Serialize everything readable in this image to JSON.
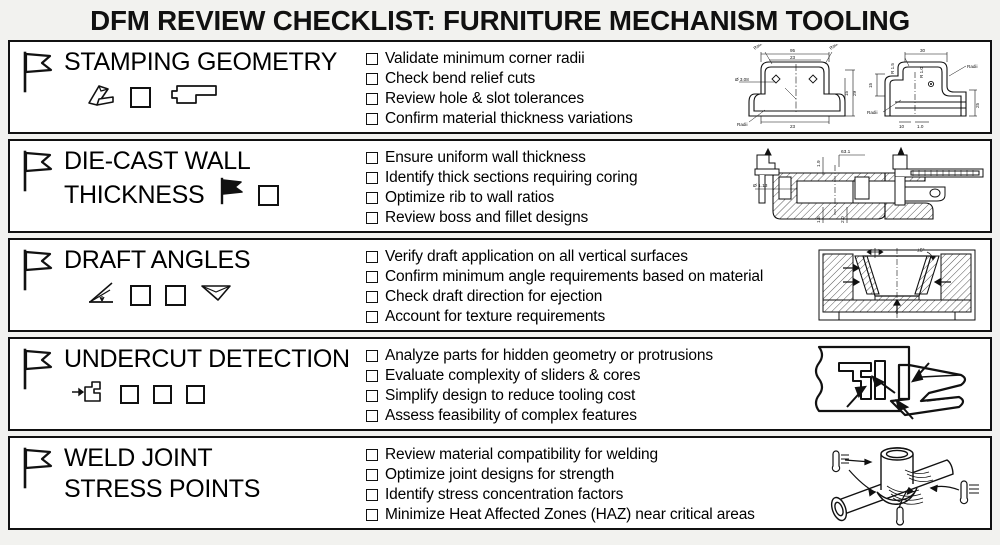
{
  "document": {
    "title": "DFM REVIEW CHECKLIST: FURNITURE MECHANISM TOOLING"
  },
  "sections": [
    {
      "id": "stamping-geometry",
      "heading": "STAMPING GEOMETRY",
      "heading_lines": [
        "STAMPING GEOMETRY"
      ],
      "flag_icon": "flag-outline-icon",
      "glyphs": [
        "bent-sheet-metal-icon",
        "square-icon",
        "formed-bracket-profile-icon"
      ],
      "items": [
        "Validate minimum corner radii",
        "Check bend relief cuts",
        "Review hole & slot tolerances",
        "Confirm material thickness variations"
      ],
      "drawing": {
        "name": "stamped-bracket-orthographic-drawing",
        "labels": [
          "Radii",
          "Radii",
          "Radii",
          "Radii",
          "Ø 3.08",
          "95",
          "23",
          "23",
          "30",
          "15",
          "29",
          "25",
          "R 1.5",
          "R 1.0",
          "15",
          "1.0",
          "10"
        ]
      }
    },
    {
      "id": "die-cast-wall-thickness",
      "heading": "DIE-CAST WALL THICKNESS",
      "heading_lines": [
        "DIE-CAST WALL",
        "THICKNESS"
      ],
      "flag_icon": "flag-outline-icon",
      "glyphs": [
        "flag-filled-icon",
        "square-icon"
      ],
      "items": [
        "Ensure uniform wall thickness",
        "Identify thick sections requiring coring",
        "Optimize rib to wall ratios",
        "Review boss and fillet designs"
      ],
      "drawing": {
        "name": "die-cast-section-with-calipers-drawing",
        "labels": [
          "Ø 1.13",
          "63.1",
          "1.9",
          "1.6",
          "2.0"
        ]
      }
    },
    {
      "id": "draft-angles",
      "heading": "DRAFT ANGLES",
      "heading_lines": [
        "DRAFT ANGLES"
      ],
      "flag_icon": "flag-outline-icon",
      "glyphs": [
        "angle-measure-icon",
        "square-icon",
        "square-icon",
        "tapered-draft-shape-icon"
      ],
      "items": [
        "Verify draft application on all vertical surfaces",
        "Confirm minimum angle requirements based on material",
        "Check draft direction for ejection",
        "Account for texture requirements"
      ],
      "drawing": {
        "name": "mold-cavity-draft-angle-drawing",
        "labels": [
          "±6°"
        ]
      }
    },
    {
      "id": "undercut-detection",
      "heading": "UNDERCUT DETECTION",
      "heading_lines": [
        "UNDERCUT DETECTION"
      ],
      "flag_icon": "flag-outline-icon",
      "glyphs": [
        "undercut-arrow-icon",
        "square-icon",
        "square-icon",
        "square-icon"
      ],
      "items": [
        "Analyze parts for hidden geometry or protrusions",
        "Evaluate complexity of sliders & cores",
        "Simplify design to reduce tooling cost",
        "Assess feasibility of complex features"
      ],
      "drawing": {
        "name": "undercut-geometry-arrows-drawing",
        "labels": []
      }
    },
    {
      "id": "weld-joint-stress-points",
      "heading": "WELD JOINT STRESS POINTS",
      "heading_lines": [
        "WELD JOINT",
        "STRESS POINTS"
      ],
      "flag_icon": "flag-outline-icon",
      "glyphs": [],
      "items": [
        "Review material compatibility for welding",
        "Optimize joint designs for strength",
        "Identify stress concentration factors",
        "Minimize Heat Affected Zones (HAZ) near critical areas"
      ],
      "drawing": {
        "name": "welded-tube-t-joint-heat-drawing",
        "labels": []
      }
    }
  ],
  "colors": {
    "ink": "#111111",
    "paper": "#ffffff",
    "background": "#f2f2ef"
  }
}
